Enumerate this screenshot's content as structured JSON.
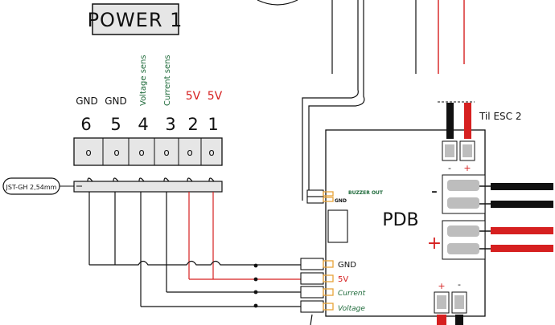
{
  "title": "POWER 1",
  "pins": [
    {
      "num": "6",
      "label": "GND",
      "color": "#111111"
    },
    {
      "num": "5",
      "label": "GND",
      "color": "#111111"
    },
    {
      "num": "4",
      "label": "Voltage sens",
      "color": "#1e6a3a"
    },
    {
      "num": "3",
      "label": "Current sens",
      "color": "#1e6a3a"
    },
    {
      "num": "2",
      "label": "5V",
      "color": "#d62020"
    },
    {
      "num": "1",
      "label": "5V",
      "color": "#d62020"
    }
  ],
  "pin_hole_glyph": "o",
  "connector_tag": "JST-GH 2,54mm",
  "esc_label": "Til ESC 2",
  "esc_polarity": {
    "minus": "-",
    "plus": "+"
  },
  "pdb_label": "PDB",
  "buzzer_labels": {
    "top": "BUZZER OUT",
    "bottom": "GND"
  },
  "pad_labels": [
    {
      "text": "GND",
      "color": "#111111"
    },
    {
      "text": "5V",
      "color": "#d62020"
    },
    {
      "text": "Current",
      "color": "#1e6a3a"
    },
    {
      "text": "Voltage",
      "color": "#1e6a3a"
    }
  ],
  "side_signs": {
    "minus": "-",
    "plus": "+"
  },
  "bottom_polarity": {
    "plus": "+",
    "minus": "-"
  },
  "colors": {
    "ink": "#111111",
    "red": "#d62020",
    "green": "#1e6a3a",
    "pad": "#e8a33a",
    "block_fill": "#e6e6e6",
    "solder_fill": "#bdbdbd"
  }
}
